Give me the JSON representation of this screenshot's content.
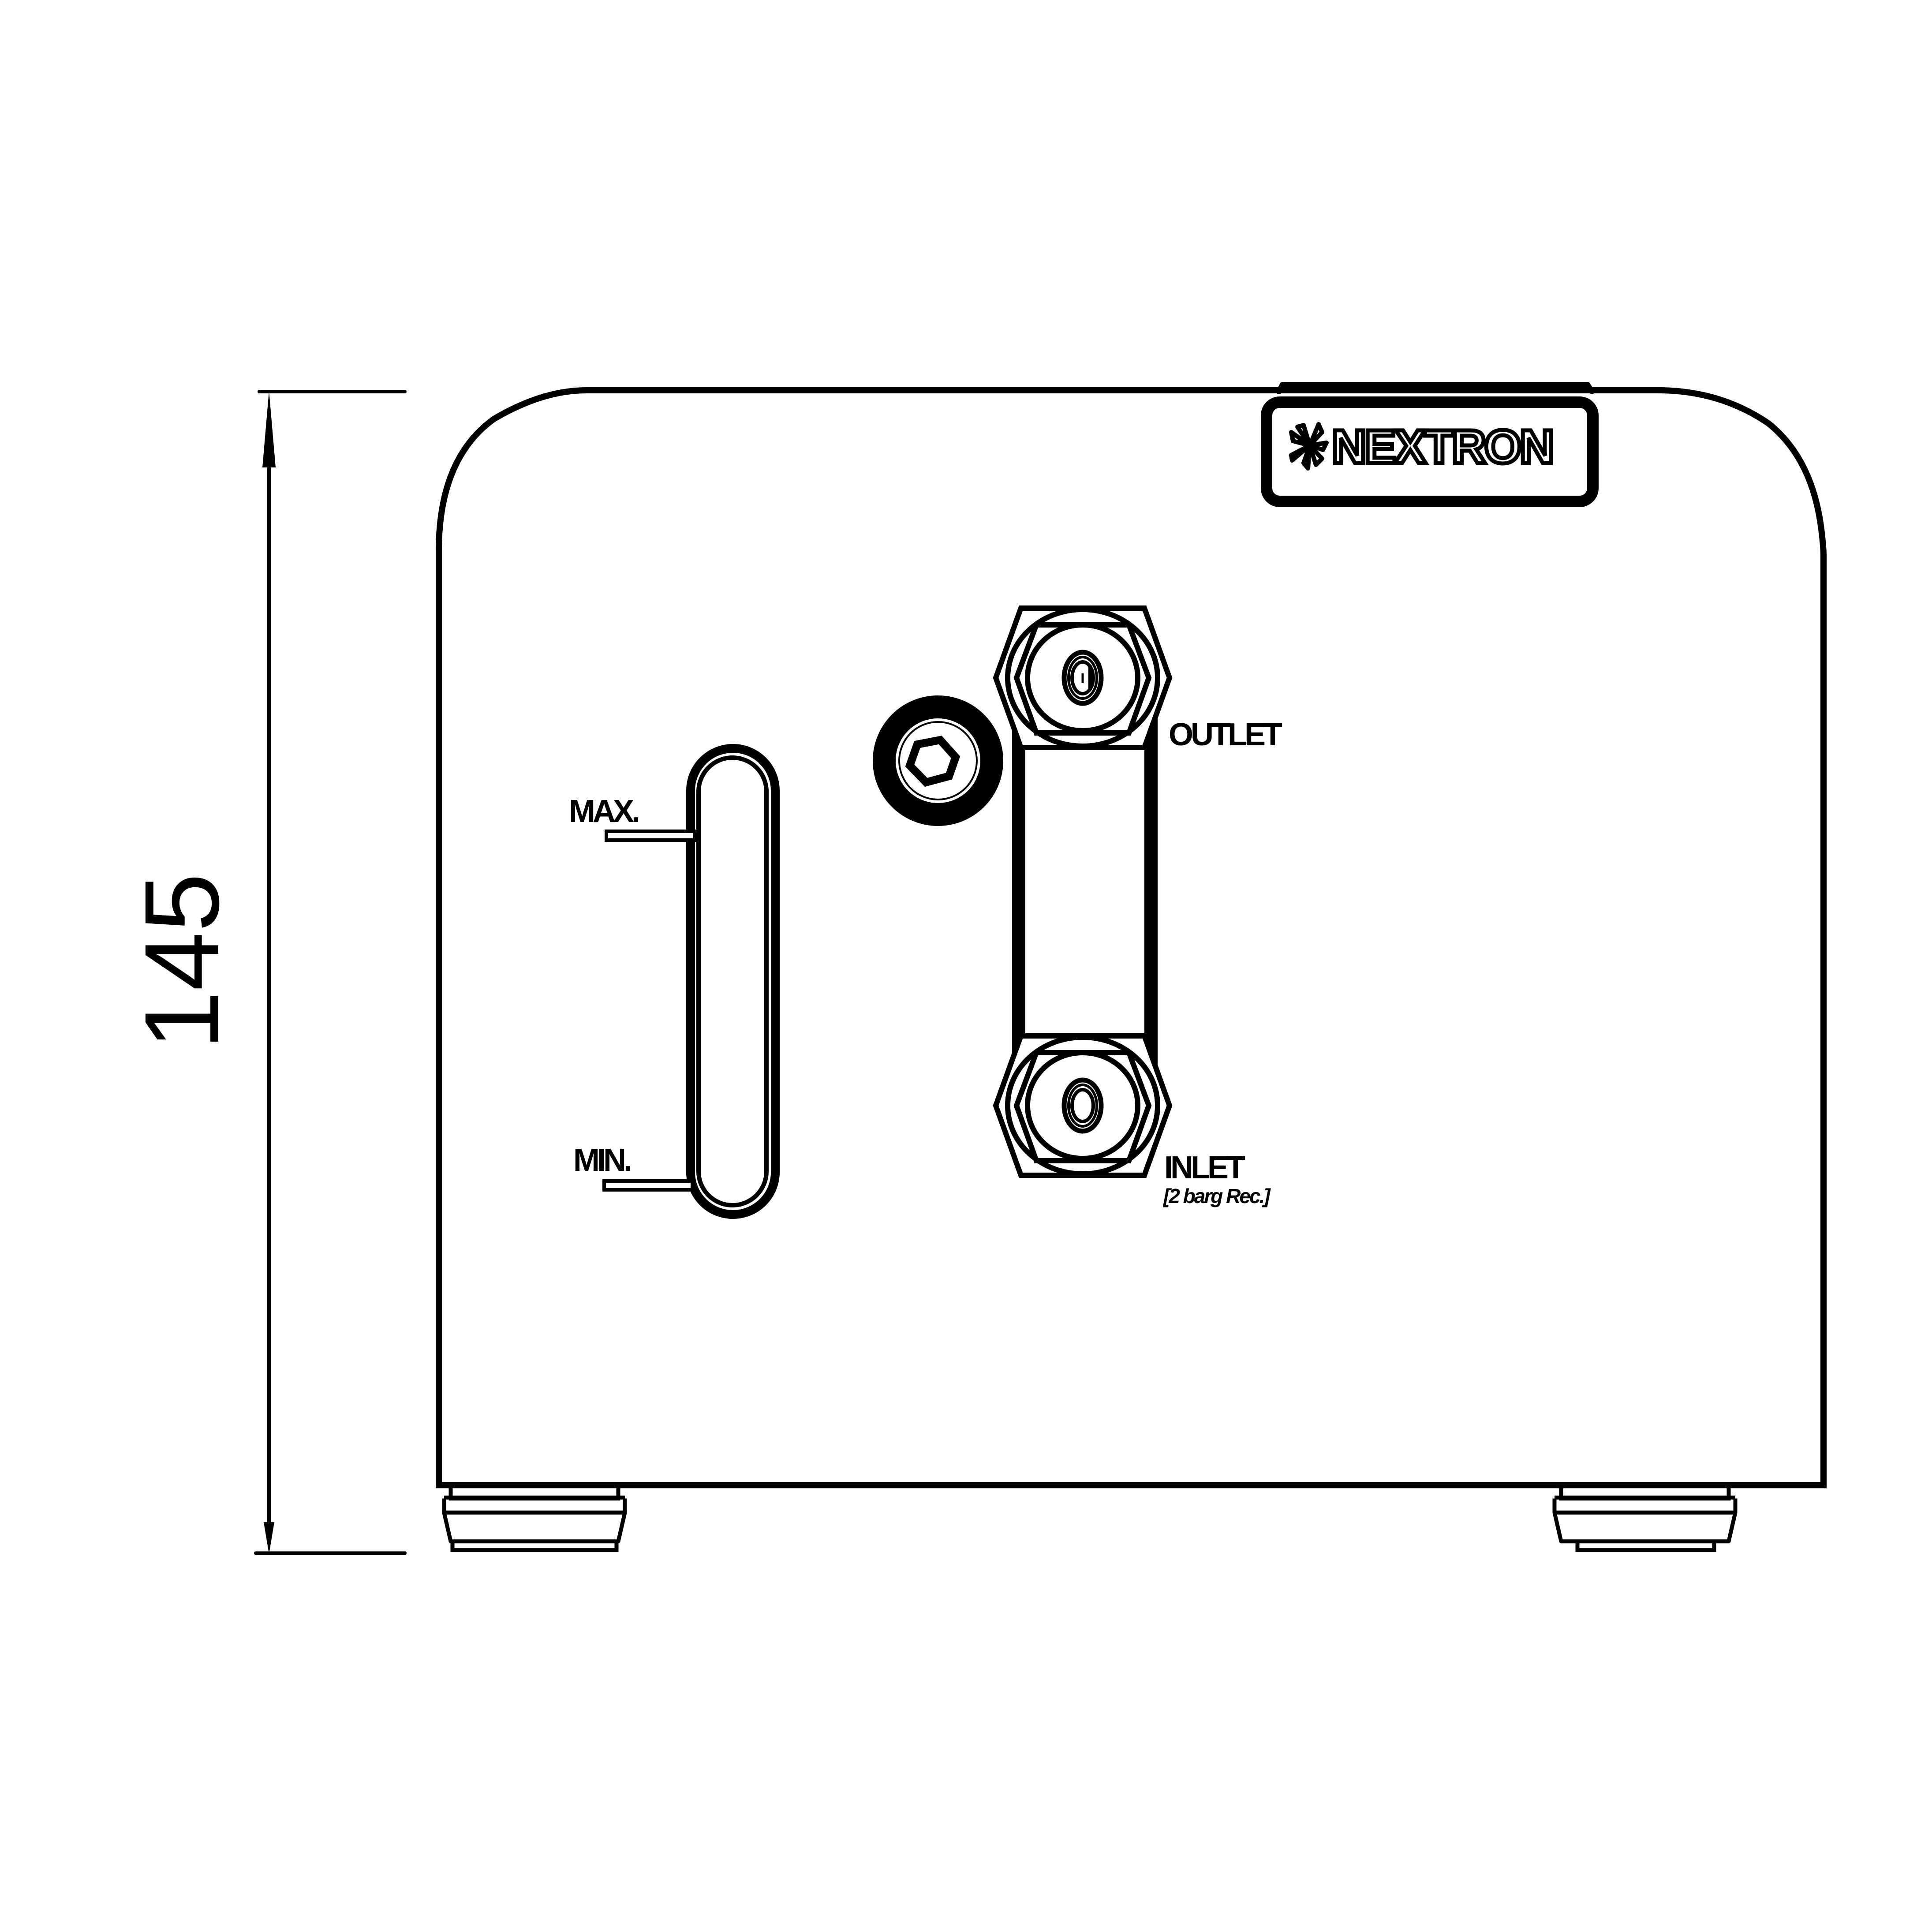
{
  "drawing": {
    "view": "front",
    "colors": {
      "line": "#000000",
      "background": "#ffffff"
    }
  },
  "dimension": {
    "height_value": "145",
    "orientation": "vertical"
  },
  "brand": {
    "logo_text": "NEXTRON",
    "logo_icon": "fan-icon"
  },
  "level_gauge": {
    "max_label": "MAX.",
    "min_label": "MIN."
  },
  "ports": {
    "outlet_label": "OUTLET",
    "inlet_label": "INLET",
    "inlet_note": "[2 barg Rec.]"
  },
  "fill_cap": {
    "icon": "hex-socket-icon"
  },
  "feet": {
    "count": 2
  }
}
